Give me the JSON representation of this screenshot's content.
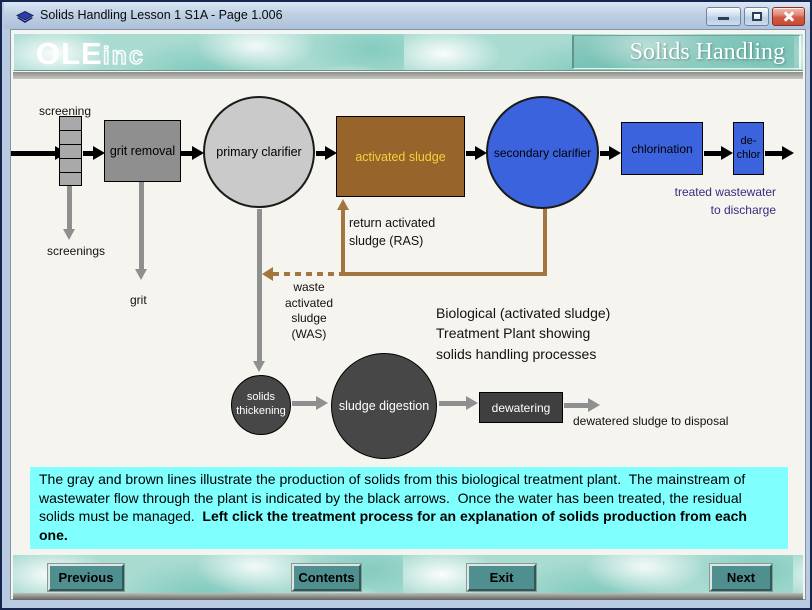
{
  "window": {
    "title": "Solids Handling Lesson 1 S1A - Page 1.006"
  },
  "header": {
    "logo_main": "OLE",
    "logo_sub": "inc",
    "page_title": "Solids Handling"
  },
  "diagram": {
    "screening_label": "screening",
    "screenings_label": "screenings",
    "grit_removal_label": "grit removal",
    "grit_label": "grit",
    "primary_clarifier_label": "primary clarifier",
    "activated_sludge_label": "activated sludge",
    "secondary_clarifier_label": "secondary clarifier",
    "chlorination_label": "chlorination",
    "dechlor_label": "de-\nchlor",
    "treated_wastewater_label": "treated wastewater\nto discharge",
    "ras_label": "return activated\nsludge (RAS)",
    "was_label": "waste\nactivated\nsludge\n(WAS)",
    "plant_caption": "Biological (activated sludge)\nTreatment Plant showing\nsolids handling processes",
    "solids_thickening_label": "solids\nthickening",
    "sludge_digestion_label": "sludge digestion",
    "dewatering_label": "dewatering",
    "dewatered_sludge_label": "dewatered sludge to disposal"
  },
  "caption": {
    "text": "The gray and brown lines illustrate the production of solids from this biological treatment plant.  The mainstream of wastewater flow through the plant is indicated by the black arrows.  Once the water has been treated, the residual solids must be managed.  ",
    "bold": "Left click the treatment process for an explanation of solids production from each one."
  },
  "footer": {
    "previous_label": "Previous",
    "contents_label": "Contents",
    "exit_label": "Exit",
    "next_label": "Next"
  },
  "colors": {
    "button_teal": "#4f8f8f",
    "caption_cyan": "#80ffff",
    "activated_sludge_brown": "#97652b",
    "activated_sludge_text_yellow": "#f2d23a",
    "process_blue": "#3c63de",
    "treated_text_purple": "#3c2a80",
    "solids_dark_gray": "#474747",
    "solids_line_gray": "#8f8f8f",
    "solids_line_brown": "#a3763f",
    "flow_black": "#000000",
    "header_teal": "#a9dbd1",
    "titlebar_blue": "#bfd0e4"
  }
}
